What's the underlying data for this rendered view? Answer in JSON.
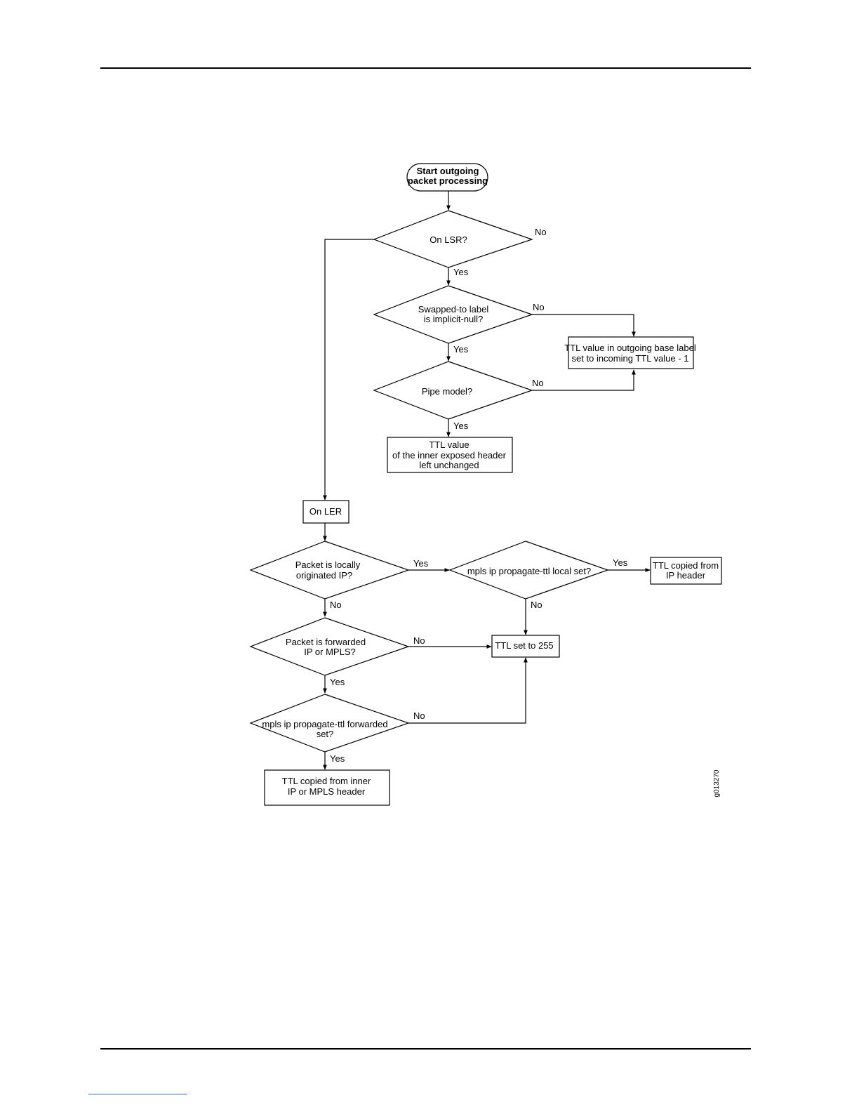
{
  "diagram": {
    "figure_id": "g013270",
    "nodes": {
      "start": {
        "shape": "terminal",
        "lines": [
          "Start outgoing",
          "packet processing"
        ]
      },
      "on_lsr": {
        "shape": "decision",
        "lines": [
          "On LSR?"
        ]
      },
      "swapped_label": {
        "shape": "decision",
        "lines": [
          "Swapped-to label",
          "is implicit-null?"
        ]
      },
      "ttl_outgoing": {
        "shape": "process",
        "lines": [
          "TTL value in outgoing base label",
          "set to incoming TTL value - 1"
        ]
      },
      "pipe_model": {
        "shape": "decision",
        "lines": [
          "Pipe model?"
        ]
      },
      "ttl_unchanged": {
        "shape": "process",
        "lines": [
          "TTL value",
          "of the inner exposed header",
          "left unchanged"
        ]
      },
      "on_ler": {
        "shape": "process",
        "lines": [
          "On LER"
        ]
      },
      "locally_originated": {
        "shape": "decision",
        "lines": [
          "Packet is locally",
          "originated IP?"
        ]
      },
      "propagate_local": {
        "shape": "decision",
        "lines": [
          "mpls ip propagate-ttl local set?"
        ]
      },
      "ttl_copied_ip": {
        "shape": "process",
        "lines": [
          "TTL copied from",
          "IP header"
        ]
      },
      "forwarded": {
        "shape": "decision",
        "lines": [
          "Packet is forwarded",
          "IP or MPLS?"
        ]
      },
      "ttl_255": {
        "shape": "process",
        "lines": [
          "TTL set to 255"
        ]
      },
      "propagate_forwarded": {
        "shape": "decision",
        "lines": [
          "mpls ip propagate-ttl forwarded",
          "set?"
        ]
      },
      "ttl_copied_inner": {
        "shape": "process",
        "lines": [
          "TTL copied from inner",
          "IP or MPLS header"
        ]
      }
    },
    "edges": [
      {
        "from": "start",
        "to": "on_lsr",
        "label": ""
      },
      {
        "from": "on_lsr",
        "to": "swapped_label",
        "label": "Yes"
      },
      {
        "from": "on_lsr",
        "to": "on_ler",
        "label": "No"
      },
      {
        "from": "swapped_label",
        "to": "pipe_model",
        "label": "Yes"
      },
      {
        "from": "swapped_label",
        "to": "ttl_outgoing",
        "label": "No"
      },
      {
        "from": "pipe_model",
        "to": "ttl_unchanged",
        "label": "Yes"
      },
      {
        "from": "pipe_model",
        "to": "ttl_outgoing",
        "label": "No"
      },
      {
        "from": "on_ler",
        "to": "locally_originated",
        "label": ""
      },
      {
        "from": "locally_originated",
        "to": "propagate_local",
        "label": "Yes"
      },
      {
        "from": "locally_originated",
        "to": "forwarded",
        "label": "No"
      },
      {
        "from": "propagate_local",
        "to": "ttl_copied_ip",
        "label": "Yes"
      },
      {
        "from": "propagate_local",
        "to": "ttl_255",
        "label": "No"
      },
      {
        "from": "forwarded",
        "to": "ttl_255",
        "label": "No"
      },
      {
        "from": "forwarded",
        "to": "propagate_forwarded",
        "label": "Yes"
      },
      {
        "from": "propagate_forwarded",
        "to": "ttl_255",
        "label": "No"
      },
      {
        "from": "propagate_forwarded",
        "to": "ttl_copied_inner",
        "label": "Yes"
      }
    ]
  }
}
